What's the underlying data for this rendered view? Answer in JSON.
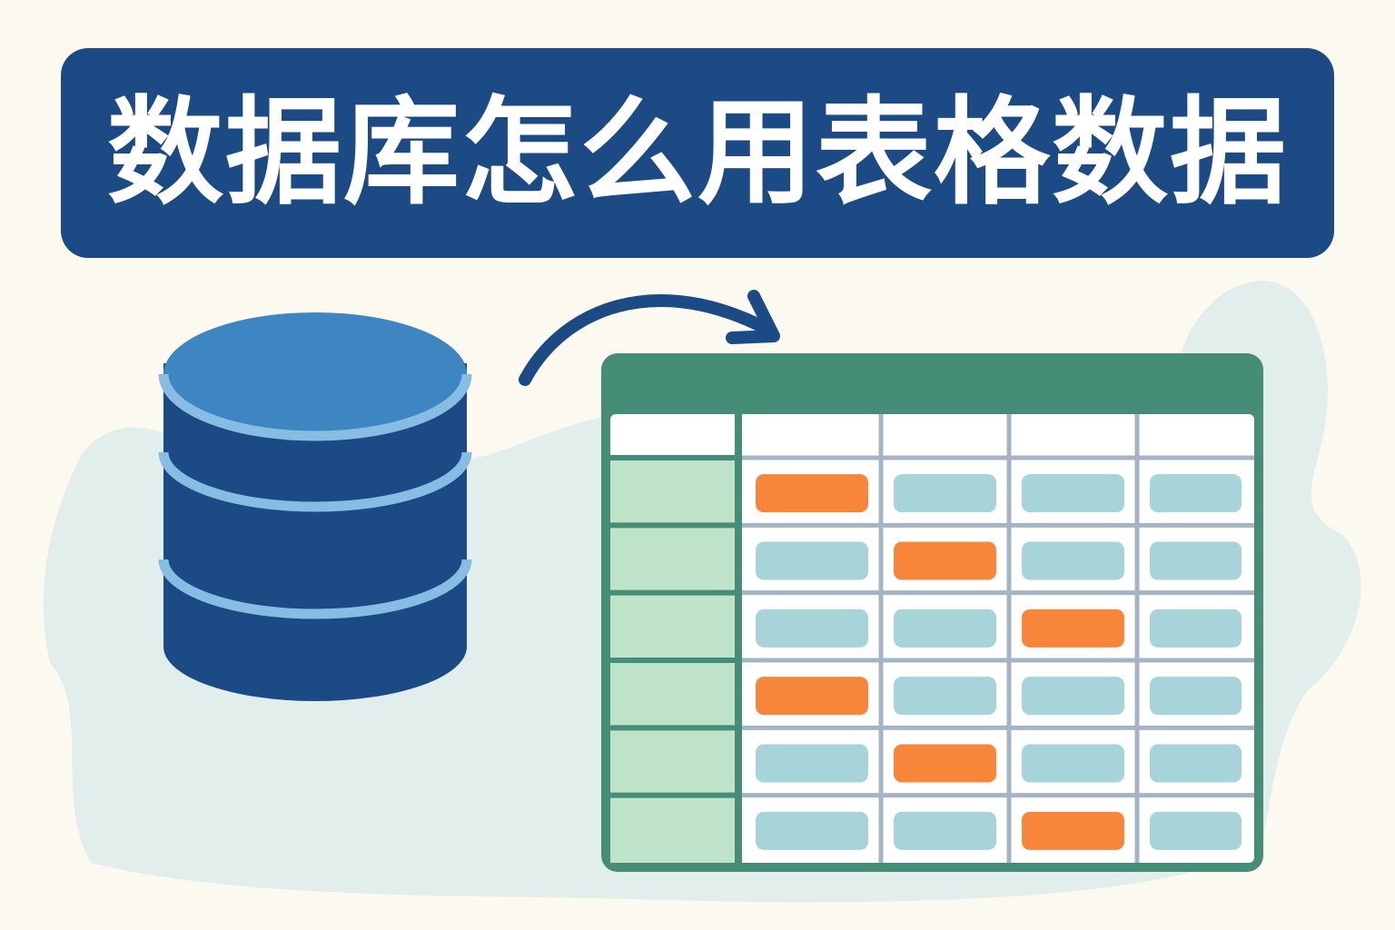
{
  "title": "数据库怎么用表格数据",
  "colors": {
    "background": "#fbf9f0",
    "banner": "#1b4a85",
    "blob": "#e2eeeb",
    "db_top": "#3d86c2",
    "db_body": "#1b4a85",
    "db_ring": "#87bde2",
    "arrow": "#1b4a85",
    "table_header": "#468d77",
    "table_border": "#468d77",
    "grid_line": "#a4b4c4",
    "row_header": "#bfe3c9",
    "cell_cyan": "#a6d4d8",
    "cell_orange": "#f8863a"
  },
  "table": {
    "rows": 6,
    "cols": 4,
    "highlight": [
      [
        "orange",
        "cyan",
        "cyan",
        "cyan"
      ],
      [
        "cyan",
        "orange",
        "cyan",
        "cyan"
      ],
      [
        "cyan",
        "cyan",
        "orange",
        "cyan"
      ],
      [
        "orange",
        "cyan",
        "cyan",
        "cyan"
      ],
      [
        "cyan",
        "orange",
        "cyan",
        "cyan"
      ],
      [
        "cyan",
        "cyan",
        "orange",
        "cyan"
      ]
    ]
  },
  "icons": {
    "database": "database-icon",
    "arrow": "curved-arrow-icon",
    "table": "table-icon"
  }
}
